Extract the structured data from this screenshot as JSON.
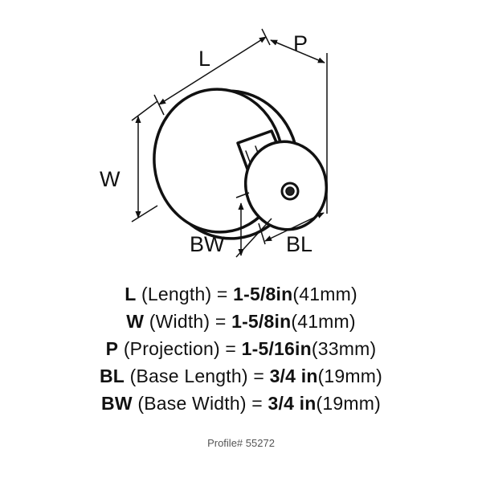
{
  "diagram": {
    "labels": {
      "L": "L",
      "P": "P",
      "W": "W",
      "BW": "BW",
      "BL": "BL"
    }
  },
  "specs": [
    {
      "code": "L",
      "name": "(Length) =",
      "imperial": "1-5/8in",
      "metric": "(41mm)"
    },
    {
      "code": "W",
      "name": "(Width) =",
      "imperial": "1-5/8in",
      "metric": "(41mm)"
    },
    {
      "code": "P",
      "name": "(Projection) =",
      "imperial": "1-5/16in",
      "metric": "(33mm)"
    },
    {
      "code": "BL",
      "name": "(Base Length) =",
      "imperial": "3/4 in",
      "metric": "(19mm)"
    },
    {
      "code": "BW",
      "name": "(Base Width) =",
      "imperial": "3/4 in",
      "metric": "(19mm)"
    }
  ],
  "profile": "Profile# 55272"
}
